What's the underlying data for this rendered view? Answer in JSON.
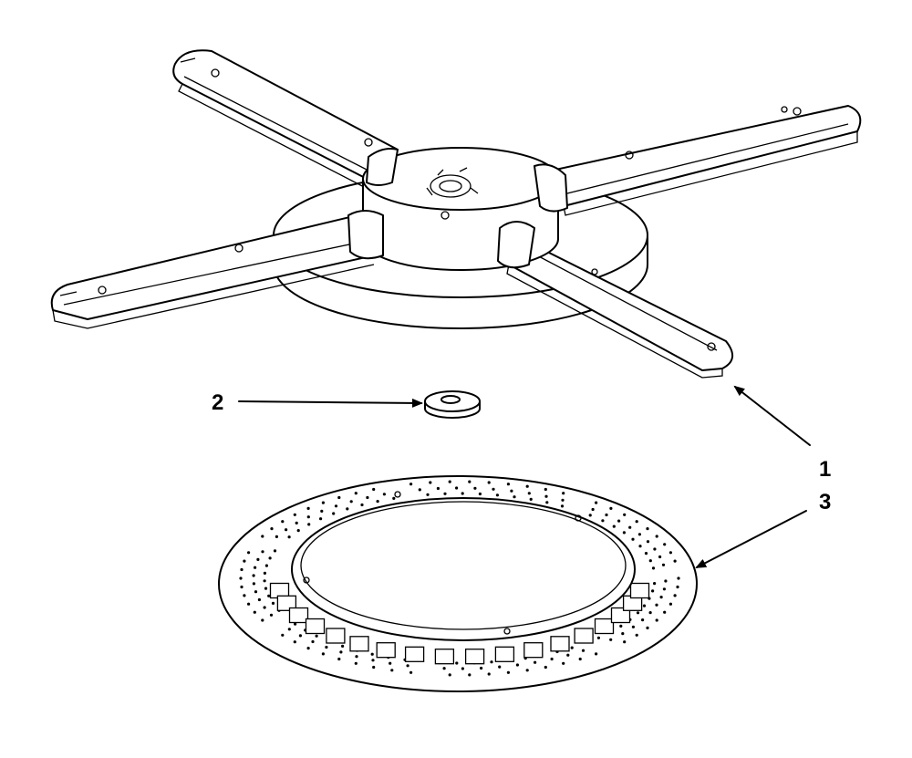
{
  "diagram": {
    "parts": [
      {
        "callout": "1",
        "part": "spray-arm-assembly"
      },
      {
        "callout": "2",
        "part": "washer"
      },
      {
        "callout": "3",
        "part": "perforated-ring"
      }
    ],
    "colors": {
      "ink": "#000000",
      "paper": "#ffffff"
    }
  }
}
